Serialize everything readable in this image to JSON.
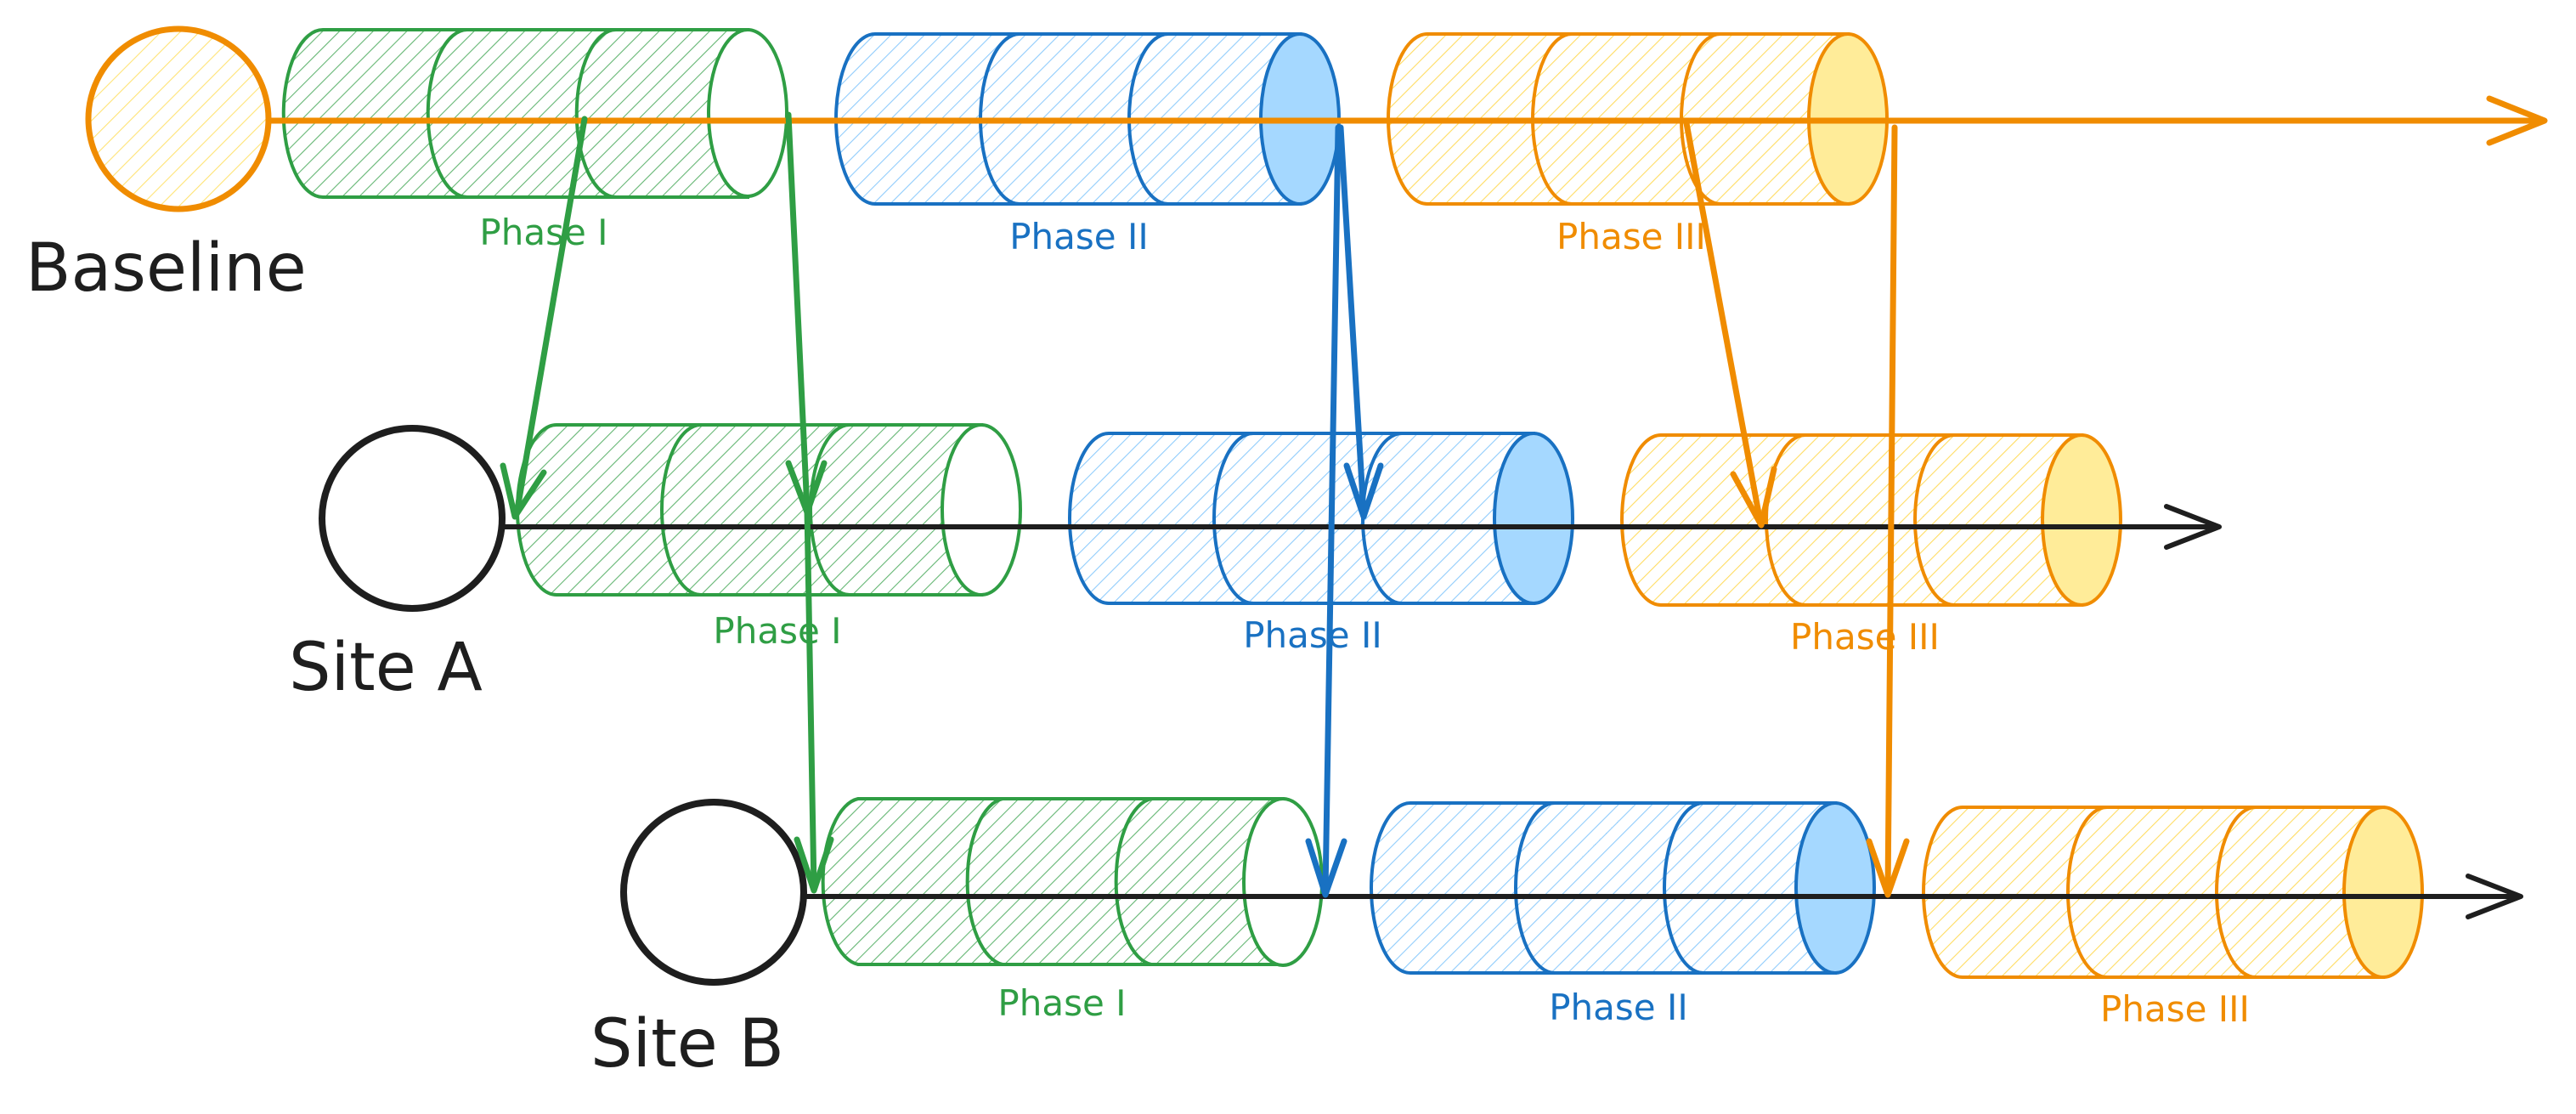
{
  "rows": [
    {
      "title": "Baseline",
      "circle_fill": "#fff3c4",
      "circle_stroke": "#f08c00",
      "line_color": "#f08c00",
      "phases": [
        {
          "label": "Phase I",
          "color": "#2f9e44"
        },
        {
          "label": "Phase II",
          "color": "#1971c2"
        },
        {
          "label": "Phase III",
          "color": "#f08c00"
        }
      ]
    },
    {
      "title": "Site A",
      "circle_fill": "#ffffff",
      "circle_stroke": "#1e1e1e",
      "line_color": "#1e1e1e",
      "phases": [
        {
          "label": "Phase I",
          "color": "#2f9e44"
        },
        {
          "label": "Phase II",
          "color": "#1971c2"
        },
        {
          "label": "Phase III",
          "color": "#f08c00"
        }
      ]
    },
    {
      "title": "Site B",
      "circle_fill": "#ffffff",
      "circle_stroke": "#1e1e1e",
      "line_color": "#1e1e1e",
      "phases": [
        {
          "label": "Phase I",
          "color": "#2f9e44"
        },
        {
          "label": "Phase II",
          "color": "#1971c2"
        },
        {
          "label": "Phase III",
          "color": "#f08c00"
        }
      ]
    }
  ],
  "colors": {
    "green": "#2f9e44",
    "green_fill": "#b2f2bb",
    "blue": "#1971c2",
    "blue_fill": "#a5d8ff",
    "orange": "#f08c00",
    "orange_fill": "#ffec99",
    "ink": "#1e1e1e"
  }
}
